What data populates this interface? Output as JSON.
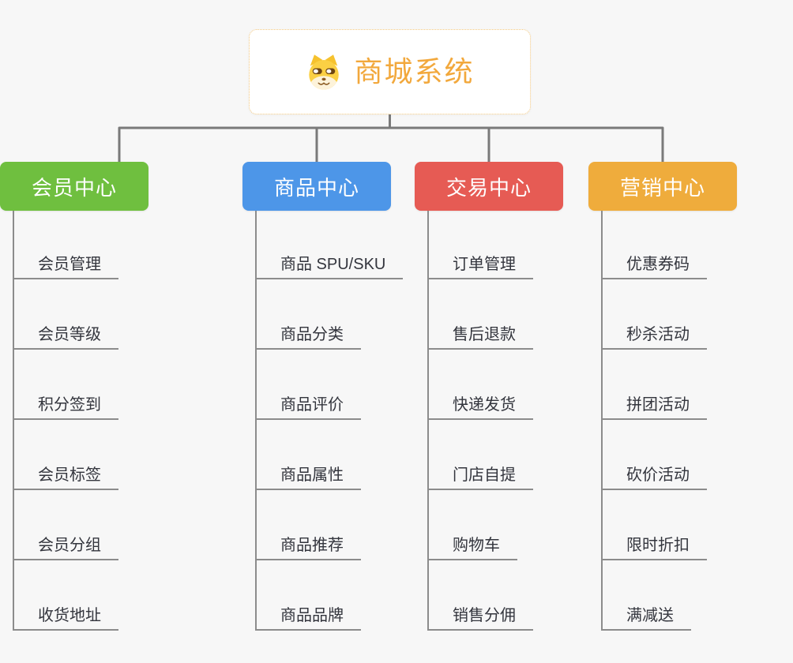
{
  "root": {
    "title": "商城系统",
    "icon": "doge-icon"
  },
  "colors": {
    "background": "#f7f7f7",
    "connector": "#7a7a7a",
    "leaf_line": "#8c8c8c",
    "root_border": "#f3c87f",
    "root_text": "#f2a83c",
    "branch_blue": "#4D96E8",
    "branch_red": "#E65B54",
    "branch_orange": "#EFAC3C",
    "branch_green": "#6FBF3F"
  },
  "branches": [
    {
      "label": "商品中心",
      "color": "#4D96E8",
      "items": [
        "商品 SPU/SKU",
        "商品分类",
        "商品评价",
        "商品属性",
        "商品推荐",
        "商品品牌"
      ]
    },
    {
      "label": "交易中心",
      "color": "#E65B54",
      "items": [
        "订单管理",
        "售后退款",
        "快递发货",
        "门店自提",
        "购物车",
        "销售分佣"
      ]
    },
    {
      "label": "营销中心",
      "color": "#EFAC3C",
      "items": [
        "优惠券码",
        "秒杀活动",
        "拼团活动",
        "砍价活动",
        "限时折扣",
        "满减送"
      ]
    },
    {
      "label": "会员中心",
      "color": "#6FBF3F",
      "items": [
        "会员管理",
        "会员等级",
        "积分签到",
        "会员标签",
        "会员分组",
        "收货地址"
      ]
    }
  ]
}
